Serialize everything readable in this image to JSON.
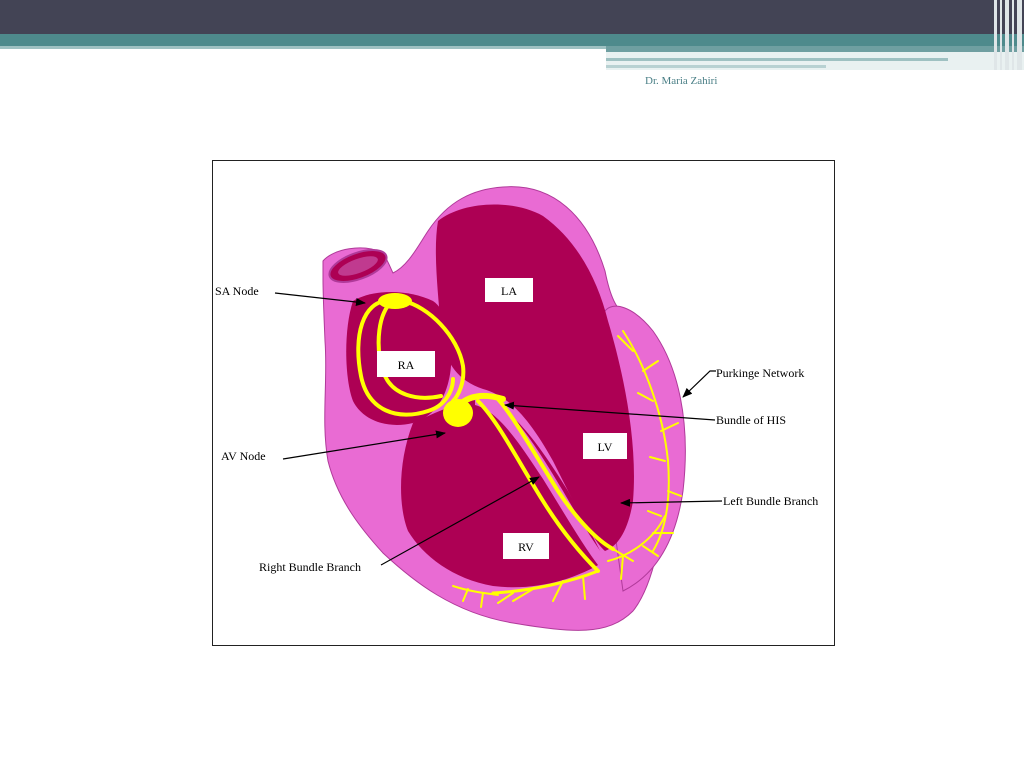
{
  "slide": {
    "author": "Dr. Maria Zahiri"
  },
  "diagram": {
    "chambers": {
      "la": "LA",
      "ra": "RA",
      "lv": "LV",
      "rv": "RV"
    },
    "labels": {
      "sa_node": "SA Node",
      "av_node": "AV Node",
      "right_bundle_branch": "Right Bundle Branch",
      "purkinje_network": "Purkinge Network",
      "bundle_of_his": "Bundle of HIS",
      "left_bundle_branch": "Left Bundle Branch"
    },
    "colors": {
      "wall": "#e96bd3",
      "chamber": "#ad0054",
      "conduction": "#ffff00"
    }
  }
}
